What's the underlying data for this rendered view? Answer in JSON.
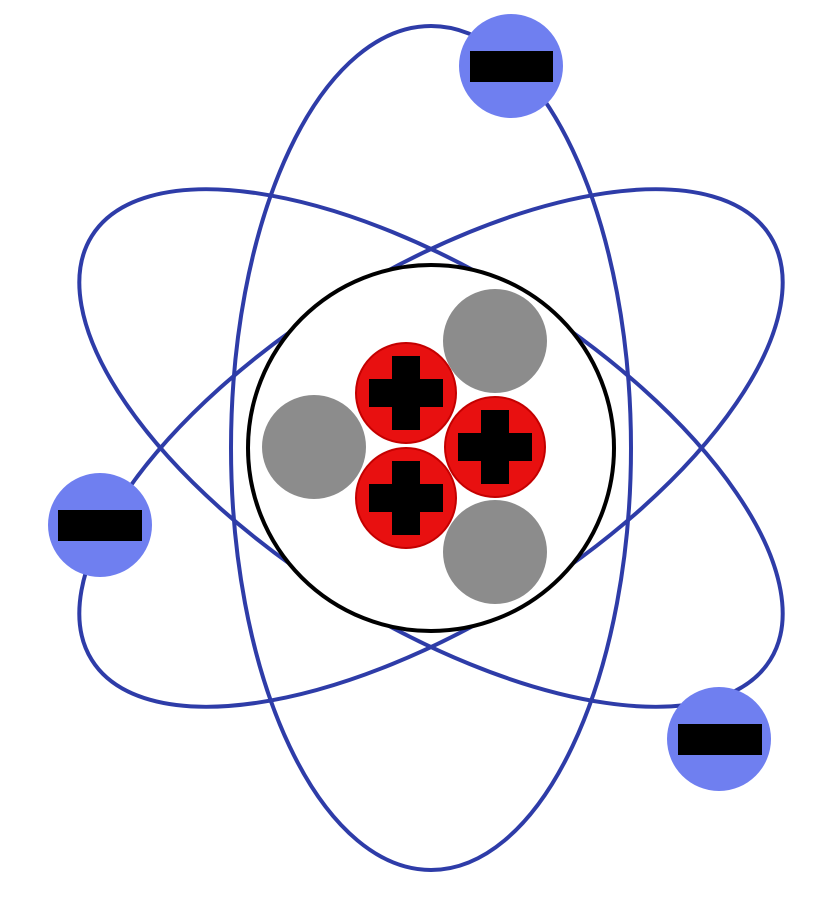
{
  "colors": {
    "background": "#ffffff",
    "orbit": "#2e3ca8",
    "nucleus_boundary": "#000000",
    "electron": "#6f7ff0",
    "proton": "#e81010",
    "proton_stroke": "#c40000",
    "neutron": "#8c8c8c",
    "sign": "#000000"
  },
  "icons": {
    "electron": "minus-sign-icon",
    "proton": "plus-sign-icon",
    "neutron": "plain-circle"
  },
  "particles": {
    "electrons": 3,
    "protons": 3,
    "neutrons": 3
  }
}
